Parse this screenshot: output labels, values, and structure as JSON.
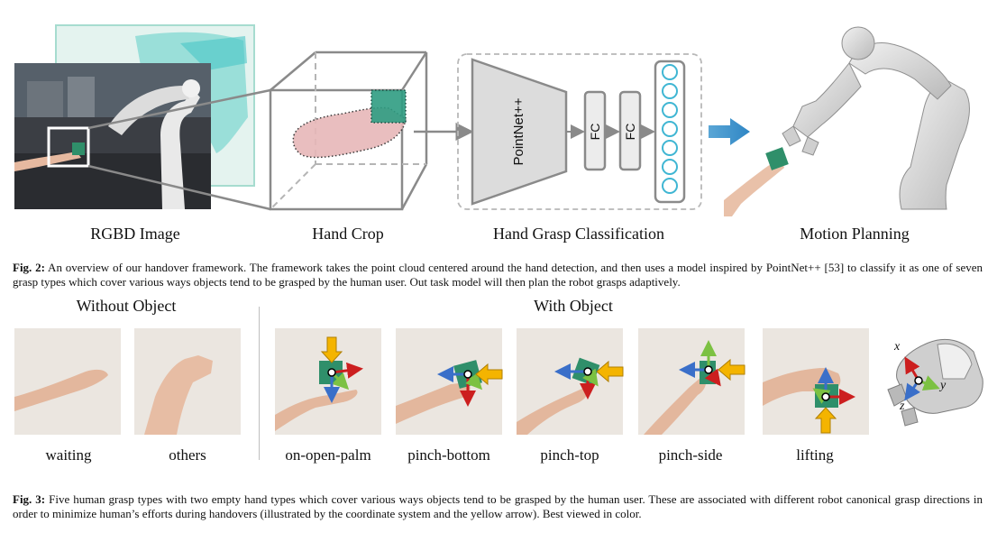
{
  "fig2": {
    "labels": {
      "rgbd": "RGBD Image",
      "hand_crop": "Hand Crop",
      "classification": "Hand Grasp Classification",
      "motion": "Motion Planning"
    },
    "network": {
      "pointnet": "PointNet++",
      "fc1": "FC",
      "fc2": "FC",
      "output_nodes": 7
    },
    "caption_prefix": "Fig. 2:",
    "caption_text": " An overview of our handover framework. The framework takes the point cloud centered around the hand detection, and then uses a model inspired by PointNet++ [53] to classify it as one of seven grasp types which cover various ways objects tend to be grasped by the human user. Out task model will then plan the robot grasps adaptively."
  },
  "fig3": {
    "without_object": "Without Object",
    "with_object": "With Object",
    "grasps": {
      "waiting": "waiting",
      "others": "others",
      "open_palm": "on-open-palm",
      "pinch_bottom": "pinch-bottom",
      "pinch_top": "pinch-top",
      "pinch_side": "pinch-side",
      "lifting": "lifting"
    },
    "axes": {
      "x": "x",
      "y": "y",
      "z": "z"
    },
    "caption_prefix": "Fig. 3:",
    "caption_text": " Five human grasp types with two empty hand types which cover various ways objects tend to be grasped by the human user. These are associated with different robot canonical grasp directions in order to minimize human’s efforts during handovers (illustrated by the coordinate system and the yellow arrow). Best viewed in color."
  },
  "colors": {
    "skin_bg": "#ebe6e0",
    "arrow_yellow": "#f4b400",
    "axis_red": "#cc1f1f",
    "axis_green": "#7cc142",
    "axis_blue": "#3a6fc9",
    "teal_node": "#3fb6d3",
    "gray_line": "#8a8a8a"
  }
}
